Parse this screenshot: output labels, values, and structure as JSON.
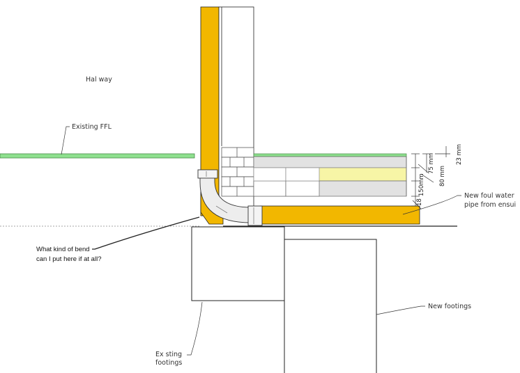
{
  "labels": {
    "hallway": "Hal way",
    "existing_ffl": "Existing FFL",
    "new_foul_water_line1": "New foul water",
    "new_foul_water_line2": "pipe from ensui",
    "question_line1": "What kind of bend",
    "question_line2": "can I put here if at all?",
    "new_footings": "New footings",
    "existing_footings_line1": "Ex sting",
    "existing_footings_line2": "footings"
  },
  "dimensions": {
    "d23": "23 mm",
    "d75": "75 mm",
    "d80": "80 mm",
    "d150": "150mm",
    "d18": "18"
  },
  "colors": {
    "timber": "#f2b700",
    "floor_green": "#8ee08e",
    "insulation_yellow": "#f7f5a6",
    "screed_grey": "#e2e2e2",
    "line": "#222222"
  }
}
